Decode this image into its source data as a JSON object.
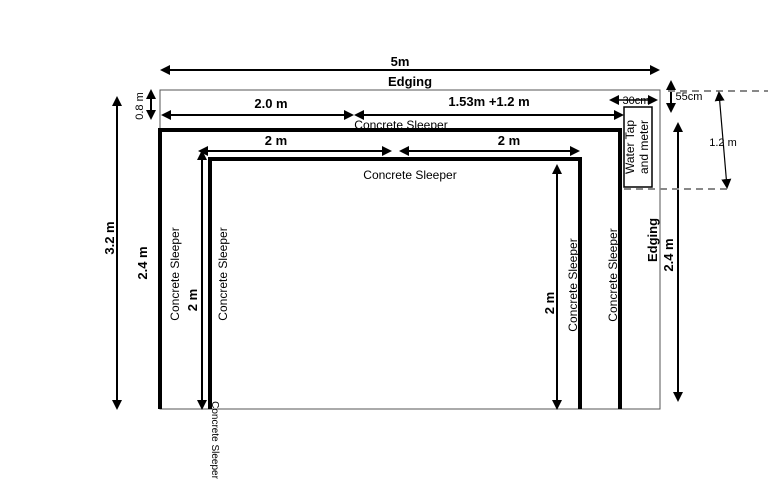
{
  "labels": {
    "top_width": "5m",
    "top_edging": "Edging",
    "left_outer_height": "3.2 m",
    "left_gap": "0.8 m",
    "left_outer_sleeper_length": "2.4 m",
    "left_outer_sleeper": "Concrete Sleeper",
    "left_inner_sleeper_length": "2 m",
    "left_inner_sleeper": "Concrete Sleeper",
    "top_outer_left_length": "2.0 m",
    "top_outer_right_length": "1.53m +1.2 m",
    "top_outer_sleeper": "Concrete Sleeper",
    "top_inner_left_length": "2 m",
    "top_inner_right_length": "2 m",
    "top_inner_sleeper": "Concrete Sleeper",
    "right_inner_sleeper_length": "2 m",
    "right_inner_sleeper": "Concrete Sleeper",
    "right_outer_sleeper": "Concrete Sleeper",
    "right_edging": "Edging",
    "right_edging_length": "2.4 m",
    "water_tap_line1": "Water Tap",
    "water_tap_line2": "and meter",
    "tap_width": "30cm",
    "tap_offset": "55cm",
    "tap_height": "1.2 m",
    "stray_label": "Concrete Sleeper"
  }
}
